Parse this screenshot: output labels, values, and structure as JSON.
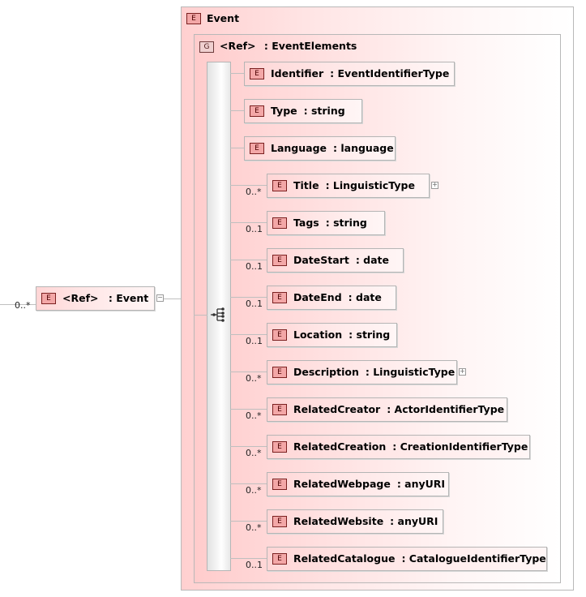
{
  "root": {
    "card": "0..*",
    "badge": "E",
    "ref": "<Ref>",
    "name": ": Event",
    "expand": "−"
  },
  "event": {
    "badge": "E",
    "title": "Event"
  },
  "group": {
    "badge": "G",
    "ref": "<Ref>",
    "name": ": EventElements"
  },
  "elements": [
    {
      "name": "Identifier",
      "type": ": EventIdentifierType",
      "card": ""
    },
    {
      "name": "Type",
      "type": ": string",
      "card": ""
    },
    {
      "name": "Language",
      "type": ": language",
      "card": ""
    },
    {
      "name": "Title",
      "type": ": LinguisticType",
      "card": "0..*",
      "expandable": true
    },
    {
      "name": "Tags",
      "type": ": string",
      "card": "0..1"
    },
    {
      "name": "DateStart",
      "type": ": date",
      "card": "0..1"
    },
    {
      "name": "DateEnd",
      "type": ": date",
      "card": "0..1"
    },
    {
      "name": "Location",
      "type": ": string",
      "card": "0..1"
    },
    {
      "name": "Description",
      "type": ": LinguisticType",
      "card": "0..*",
      "expandable": true
    },
    {
      "name": "RelatedCreator",
      "type": ": ActorIdentifierType",
      "card": "0..*"
    },
    {
      "name": "RelatedCreation",
      "type": ": CreationIdentifierType",
      "card": "0..*"
    },
    {
      "name": "RelatedWebpage",
      "type": ": anyURI",
      "card": "0..*"
    },
    {
      "name": "RelatedWebsite",
      "type": ": anyURI",
      "card": "0..*"
    },
    {
      "name": "RelatedCatalogue",
      "type": ": CatalogueIdentifierType",
      "card": "0..1"
    }
  ],
  "colors": {
    "element_fill": "#ffd6d6",
    "badge_fill": "#f3a7a7",
    "border": "#b5b5b5"
  }
}
